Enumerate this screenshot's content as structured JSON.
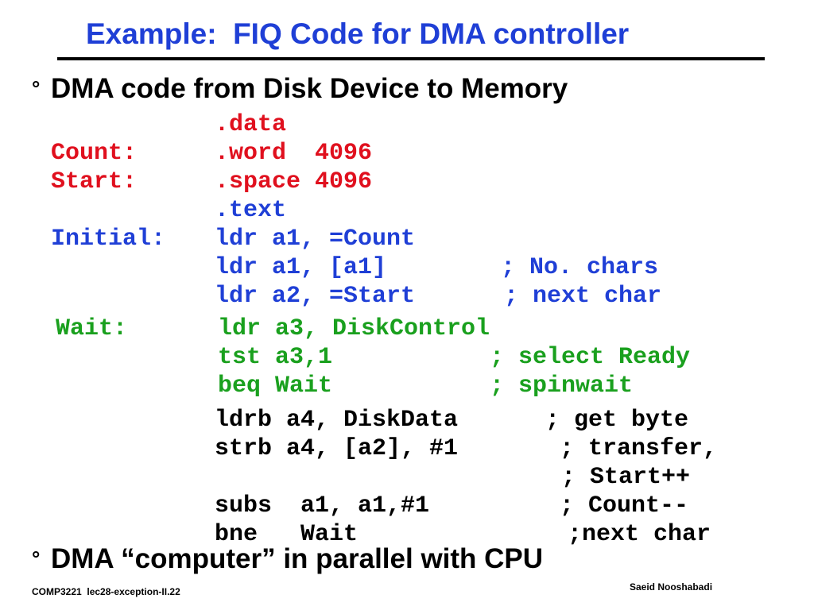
{
  "slide": {
    "title": "Example:  FIQ Code for DMA controller",
    "bullet_symbol": "°",
    "bullet1": "DMA code from Disk Device to Memory",
    "bullet2": "DMA “computer” in parallel with CPU"
  },
  "code": {
    "data_directive": ".data",
    "count_label": "Count:",
    "count_instr": ".word  4096",
    "start_label": "Start:",
    "start_instr": ".space 4096",
    "text_directive": ".text",
    "initial_label": "Initial:",
    "initial_instr": "ldr a1, =Count",
    "ldr_a1": "ldr a1, [a1]",
    "ldr_a1_comment": "; No. chars",
    "ldr_a2": "ldr a2, =Start",
    "ldr_a2_comment": "; next char",
    "wait_label": "Wait:",
    "wait_instr": "ldr a3, DiskControl",
    "tst_instr": "tst a3,1",
    "tst_comment": "; select Ready",
    "beq_instr": "beq Wait",
    "beq_comment": "; spinwait",
    "ldrb_instr": "ldrb a4, DiskData",
    "ldrb_comment": "; get byte",
    "strb_instr": "strb a4, [a2], #1",
    "strb_comment": "; transfer,",
    "start_inc_comment": "; Start++",
    "subs_instr": "subs  a1, a1,#1",
    "subs_comment": "; Count--",
    "bne_instr": "bne   Wait",
    "bne_comment": ";next char"
  },
  "footer": {
    "left": "COMP3221  lec28-exception-II.22",
    "right": "Saeid Nooshabadi"
  }
}
